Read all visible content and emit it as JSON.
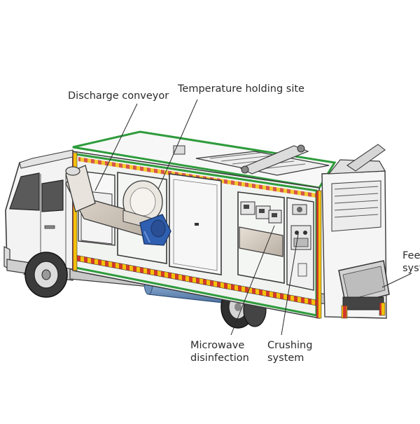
{
  "labels": {
    "discharge_conveyor": "Discharge conveyor",
    "temperature_holding_site": "Temperature holding site",
    "microwave_line1": "Microwave",
    "microwave_line2": "disinfection",
    "crushing_line1": "Crushing",
    "crushing_line2": "system",
    "feeding_line1": "Fee",
    "feeding_line2": "syst"
  },
  "colors": {
    "frame_green": "#2e9b3c",
    "stripe_red": "#d23a2a",
    "stripe_yellow": "#f2c20a",
    "motor_blue": "#2f5fb0",
    "tank_blue": "#7d9fc8",
    "outline": "#3a3a3a",
    "body_fill": "#f1f3f1"
  }
}
